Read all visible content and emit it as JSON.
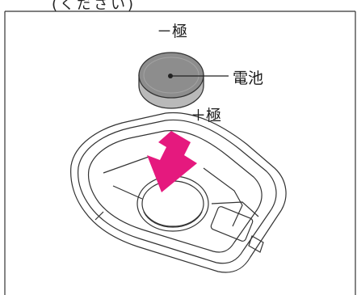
{
  "header_fragment": "(ください)",
  "labels": {
    "negative": "－極",
    "battery": "電池",
    "positive": "＋極"
  },
  "colors": {
    "arrow": "#e5197e",
    "battery_top": "#8d8d8d",
    "battery_side": "#b9b9b9",
    "line": "#222222"
  }
}
